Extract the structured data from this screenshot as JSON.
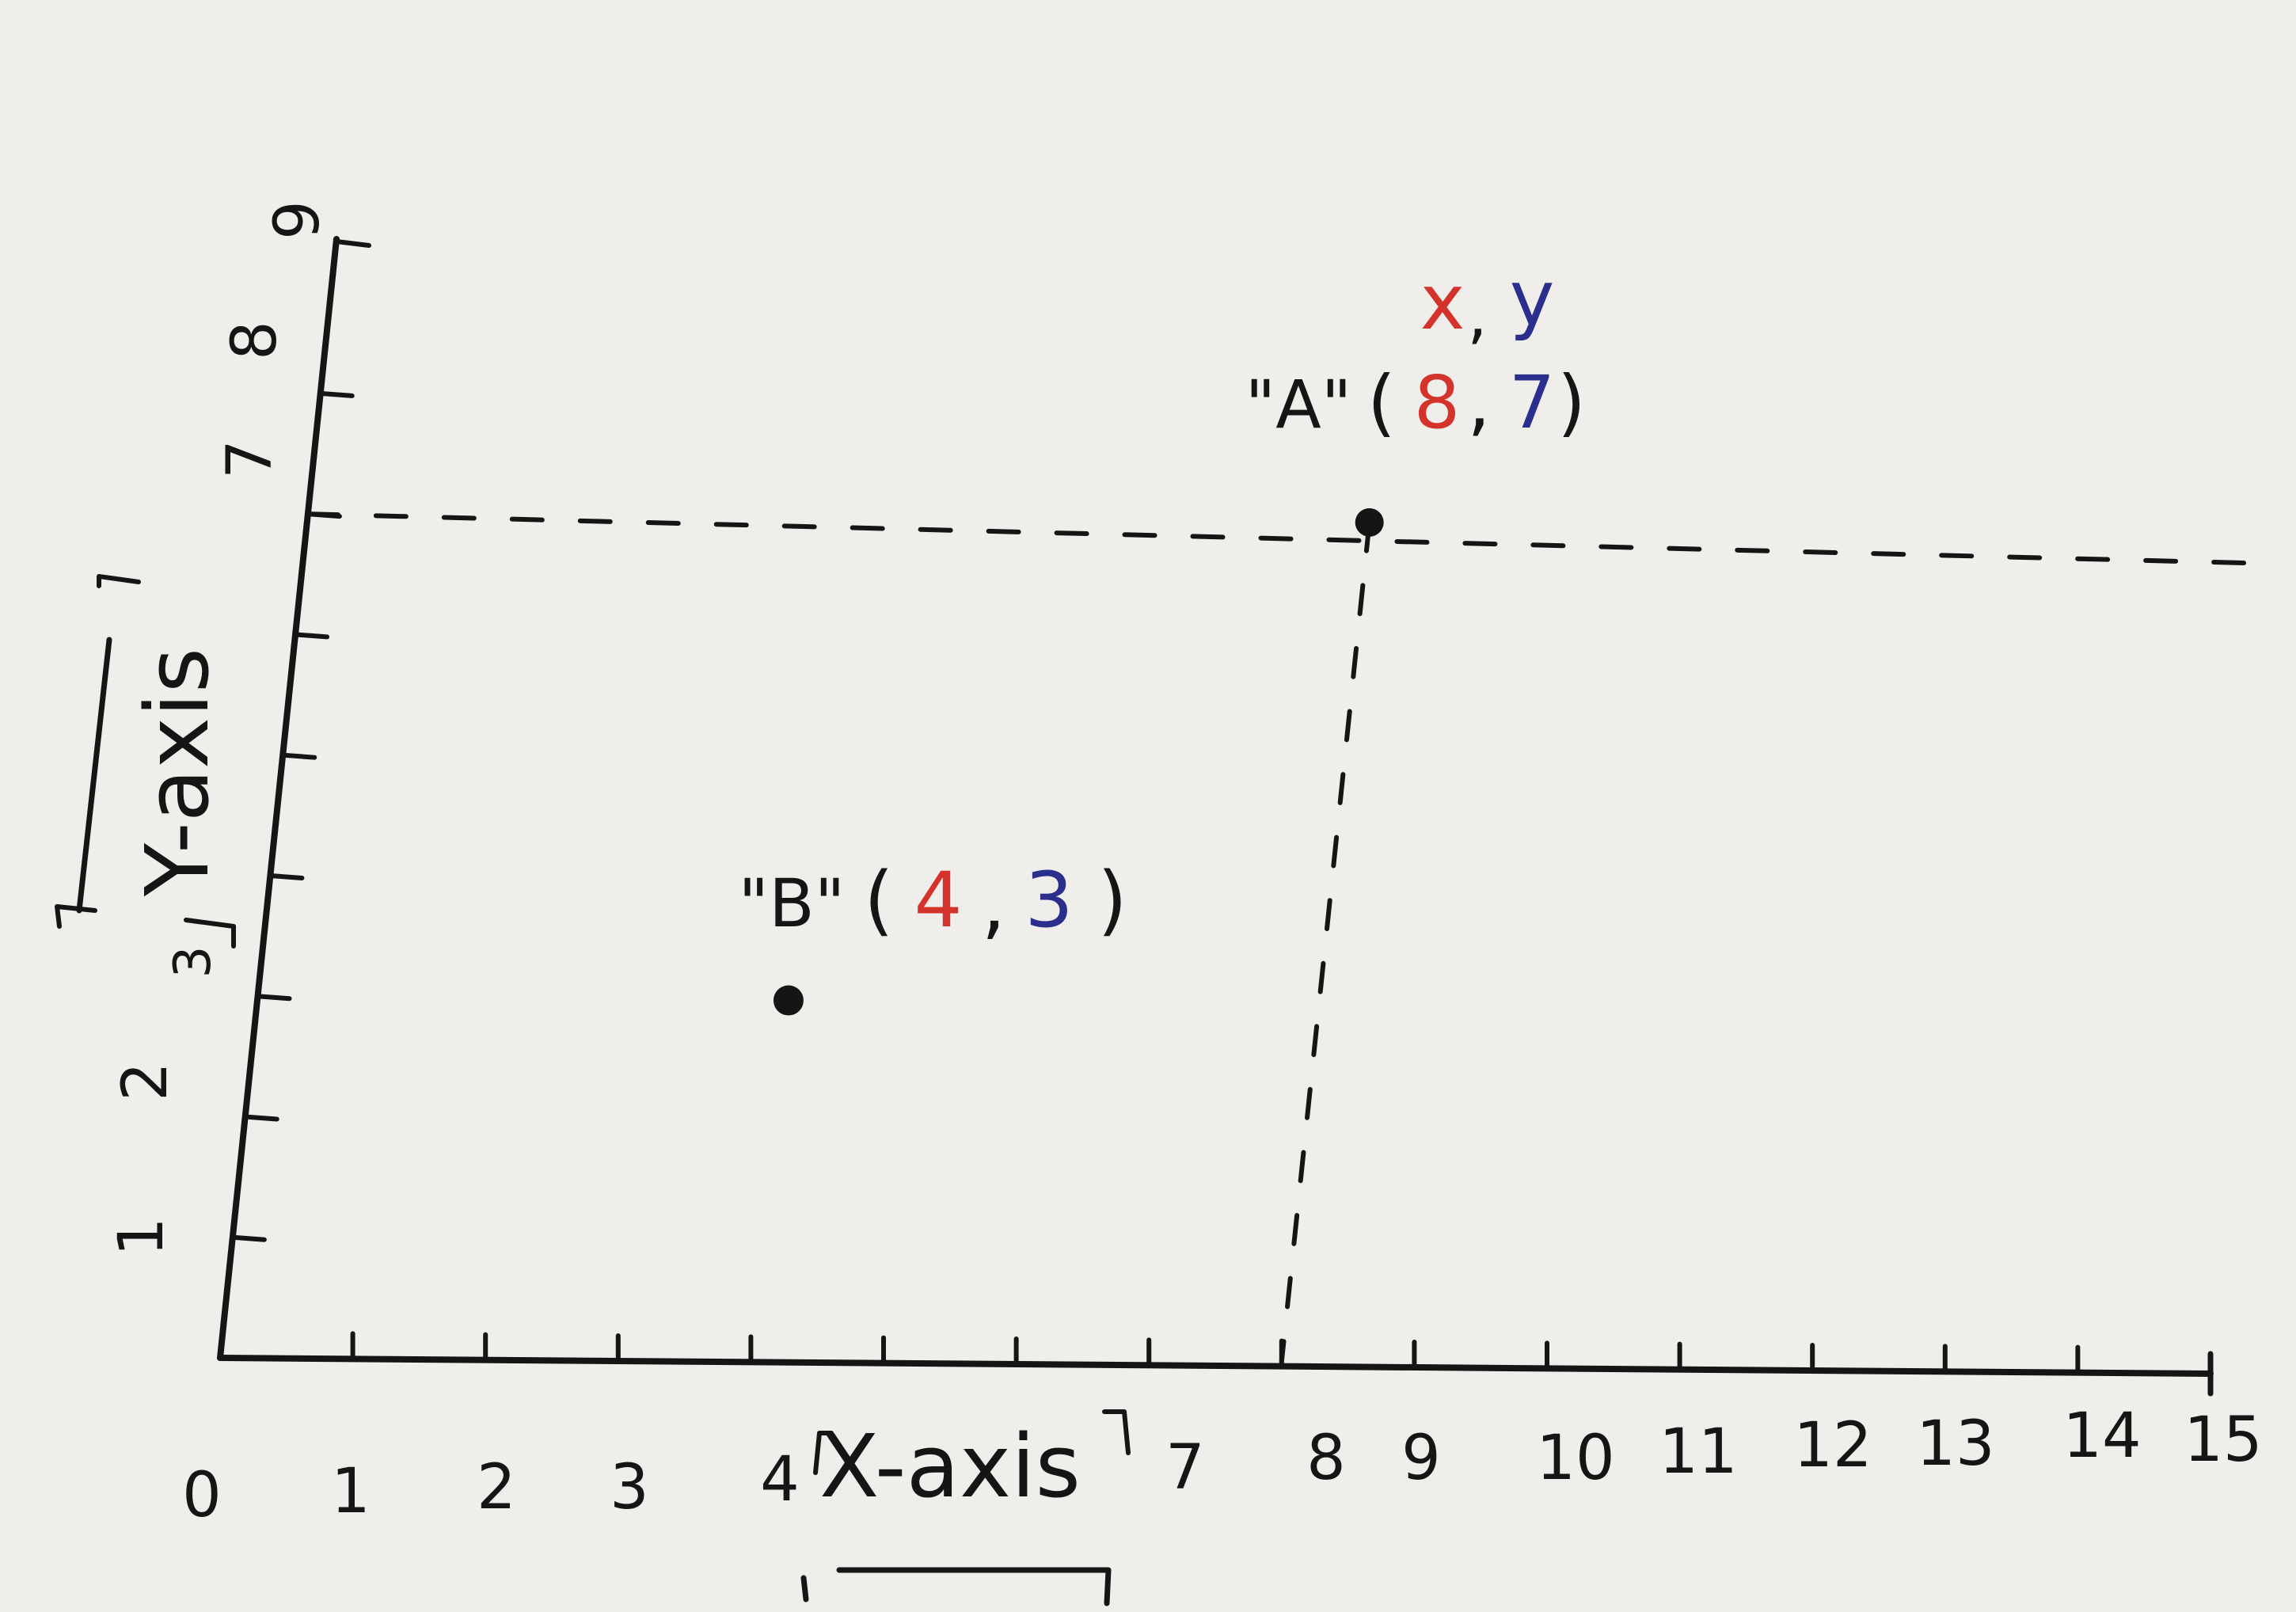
{
  "colors": {
    "paper": "#efeeea",
    "ink": "#151515",
    "x_accent": "#d4332b",
    "y_accent": "#2a2e8c"
  },
  "x_axis": {
    "label": "X-axis",
    "ticks": [
      "0",
      "1",
      "2",
      "3",
      "4",
      "7",
      "8",
      "9",
      "10",
      "11",
      "12",
      "13",
      "14",
      "15"
    ]
  },
  "y_axis": {
    "label": "Y-axis",
    "ticks": [
      "1",
      "2",
      "3",
      "7",
      "8",
      "9"
    ]
  },
  "legend": {
    "x": "x",
    "sep": ",",
    "y": "y"
  },
  "points": [
    {
      "name": "\"A\"",
      "x": 8,
      "y": 7,
      "x_text": "8",
      "y_text": "7"
    },
    {
      "name": "\"B\"",
      "x": 4,
      "y": 3,
      "x_text": "4",
      "y_text": "3"
    }
  ]
}
